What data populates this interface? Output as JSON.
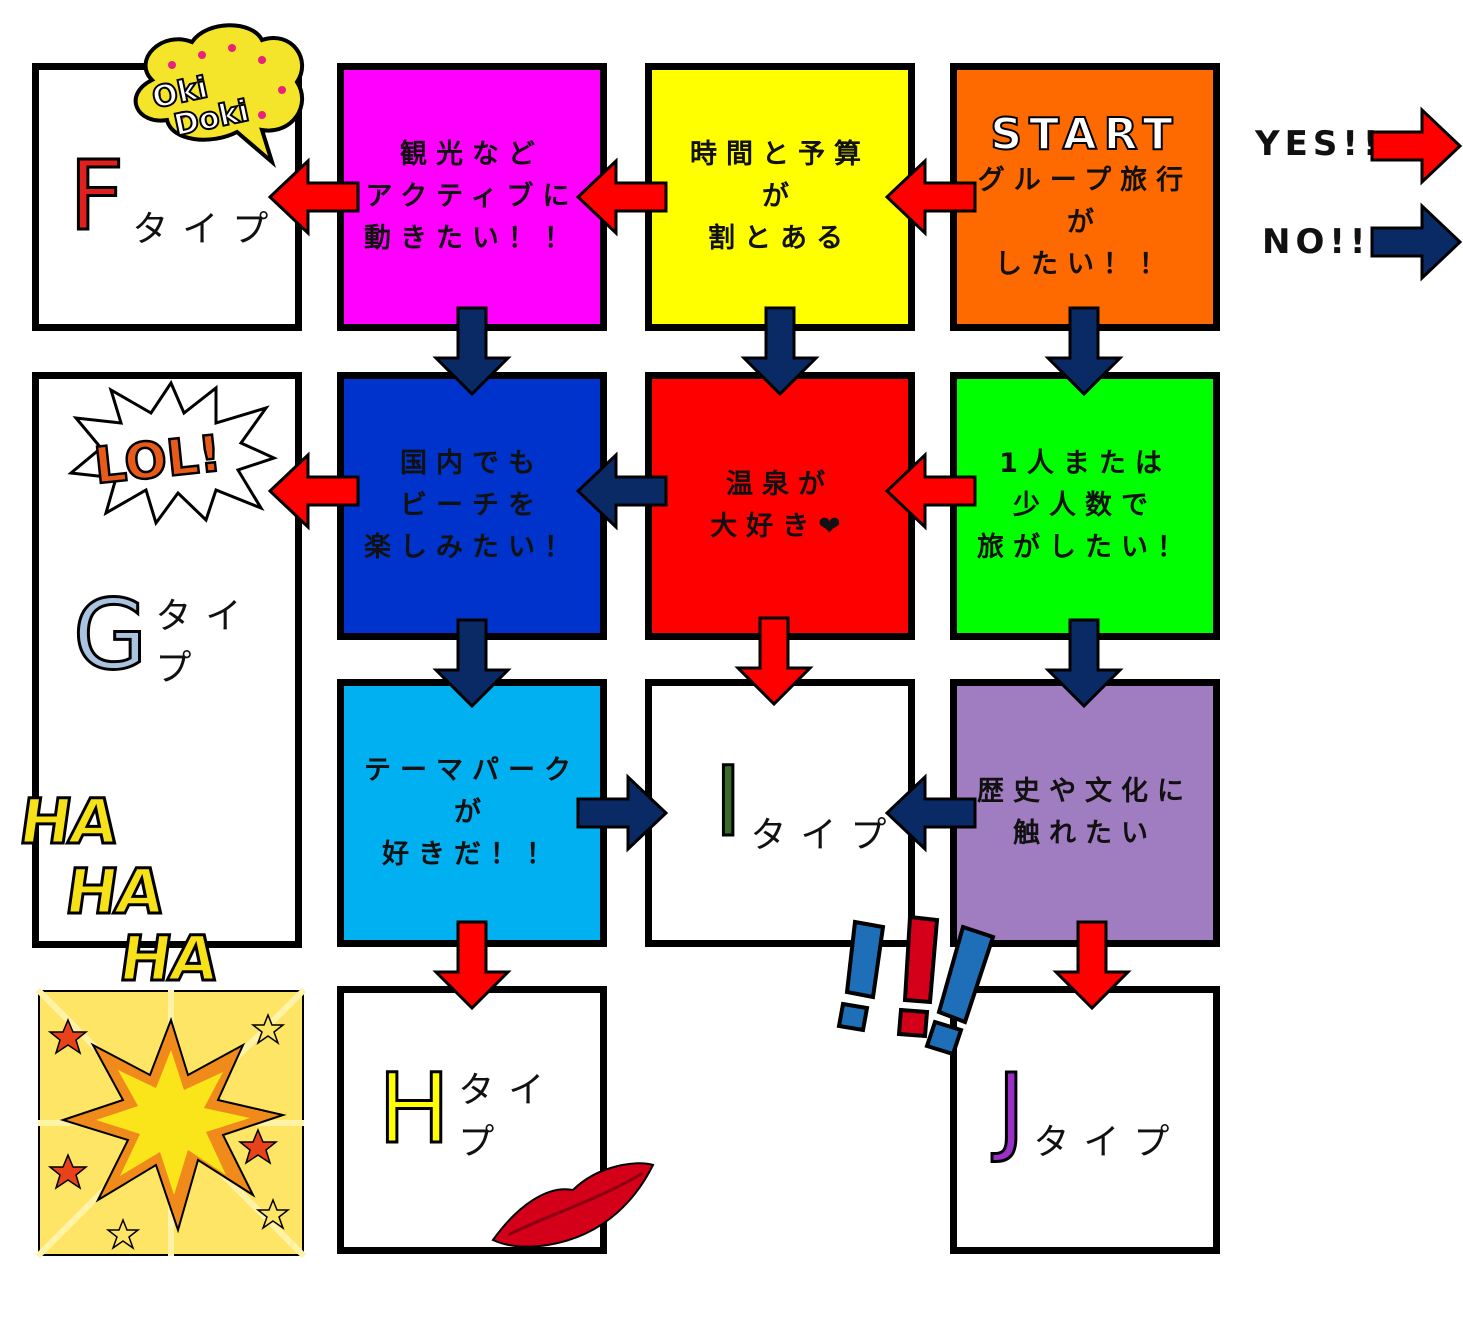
{
  "legend": {
    "yes_label": "YES!!",
    "no_label": "NO!!",
    "yes_color": "#ff0000",
    "no_color": "#0a2a66"
  },
  "nodes": {
    "start": {
      "heading": "START",
      "text": "グループ旅行\nが\nしたい！！",
      "color": "#ff6a00"
    },
    "budget": {
      "text": "時間と予算\nが\n割とある",
      "color": "#ffff00"
    },
    "active": {
      "text": "観光など\nアクティブに\n動きたい！！",
      "color": "#ff00ff"
    },
    "solo": {
      "text": "1人または\n少人数で\n旅がしたい！",
      "color": "#00ff00"
    },
    "onsen": {
      "text": "温泉が\n大好き❤",
      "color": "#ff0000"
    },
    "beach": {
      "text": "国内でも\nビーチを\n楽しみたい！",
      "color": "#0033cc"
    },
    "history": {
      "text": "歴史や文化に\n触れたい",
      "color": "#a07cc0"
    },
    "themepark": {
      "text": "テーマパーク\nが\n好きだ！！",
      "color": "#00b0f0"
    }
  },
  "results": {
    "F": {
      "letter": "F",
      "suffix": "タイプ",
      "color": "#e0201f"
    },
    "G": {
      "letter": "G",
      "suffix": "タイプ",
      "color": "#a8c4e0"
    },
    "H": {
      "letter": "H",
      "suffix": "タイプ",
      "color": "#ffff00"
    },
    "I": {
      "letter": "I",
      "suffix": "タイプ",
      "color": "#3a6a2a"
    },
    "J": {
      "letter": "J",
      "suffix": "タイプ",
      "color": "#9a30c8"
    }
  },
  "stickers": {
    "okidoki_top": "Oki",
    "okidoki_bottom": "Doki",
    "lol": "LOL!",
    "haha_1": "HA",
    "haha_2": "HA",
    "haha_3": "HA"
  }
}
